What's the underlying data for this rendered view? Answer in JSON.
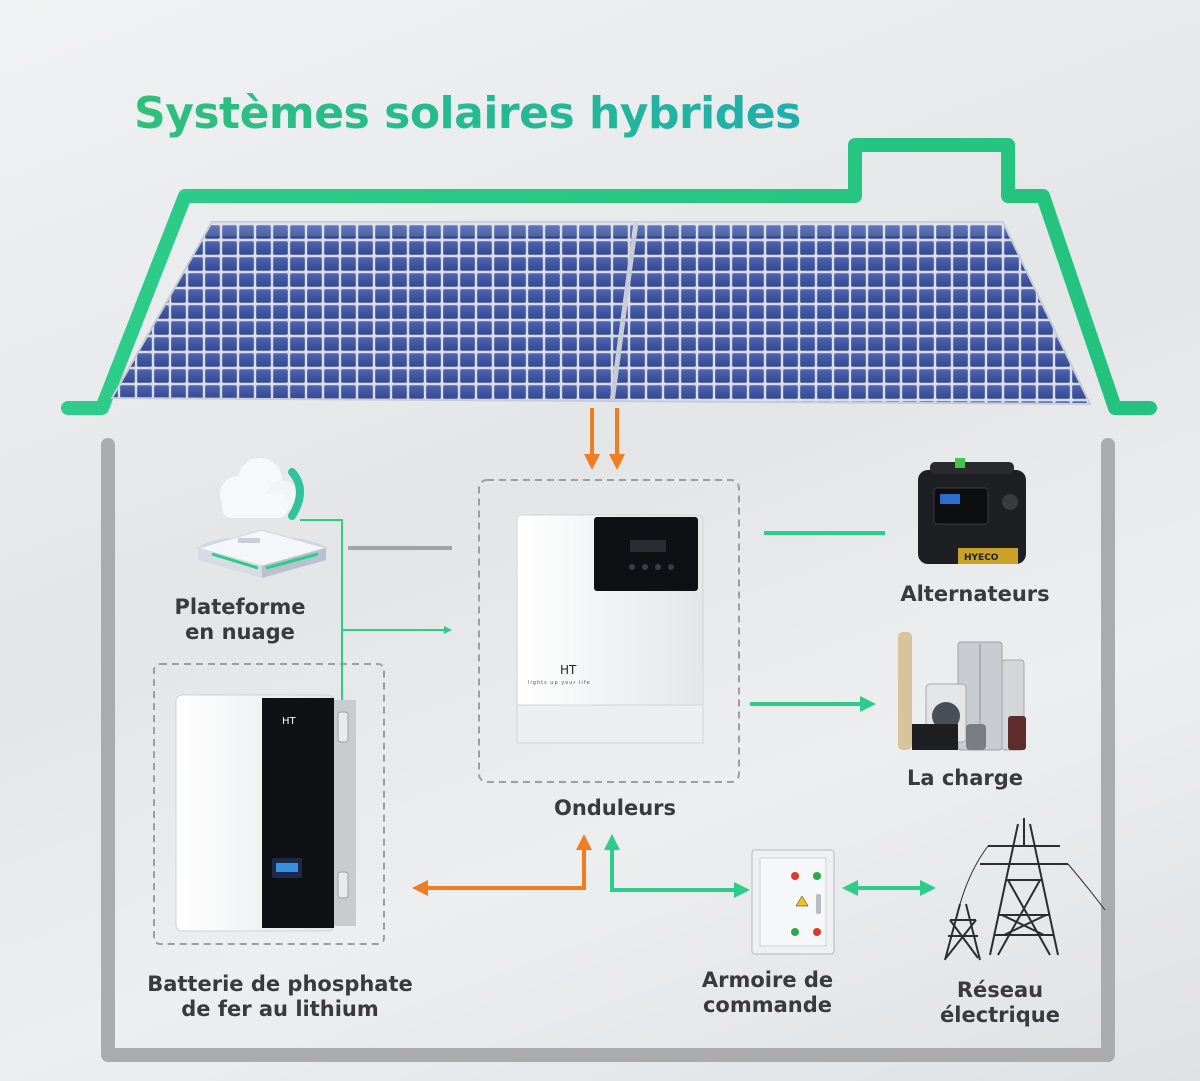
{
  "title": "Systèmes solaires hybrides",
  "colors": {
    "house_outline": "#2ecc8a",
    "house_wall": "#a9abad",
    "dc_flow": "#ef7d22",
    "ac_flow": "#2ecc8a",
    "data_link": "#a0a2a4",
    "panel_cell": "#3b4f9c",
    "device_white": "#f4f5f6",
    "device_black": "#101114"
  },
  "components": {
    "cloud_platform": {
      "line1": "Plateforme",
      "line2": "en nuage",
      "icon": "cloud-server-icon"
    },
    "inverter": {
      "label": "Onduleurs",
      "brand": "HT",
      "tagline": "lights up your life",
      "icon": "hybrid-inverter-icon"
    },
    "battery": {
      "line1": "Batterie de phosphate",
      "line2": "de fer au lithium",
      "brand": "HT",
      "icon": "lithium-battery-icon"
    },
    "generator": {
      "label": "Alternateurs",
      "brand": "HYECO",
      "icon": "generator-icon"
    },
    "load": {
      "label": "La charge",
      "icon": "home-appliances-icon"
    },
    "control_cabinet": {
      "line1": "Armoire de",
      "line2": "commande",
      "icon": "control-cabinet-icon"
    },
    "grid": {
      "line1": "Réseau",
      "line2": "électrique",
      "icon": "power-pylon-icon"
    }
  }
}
